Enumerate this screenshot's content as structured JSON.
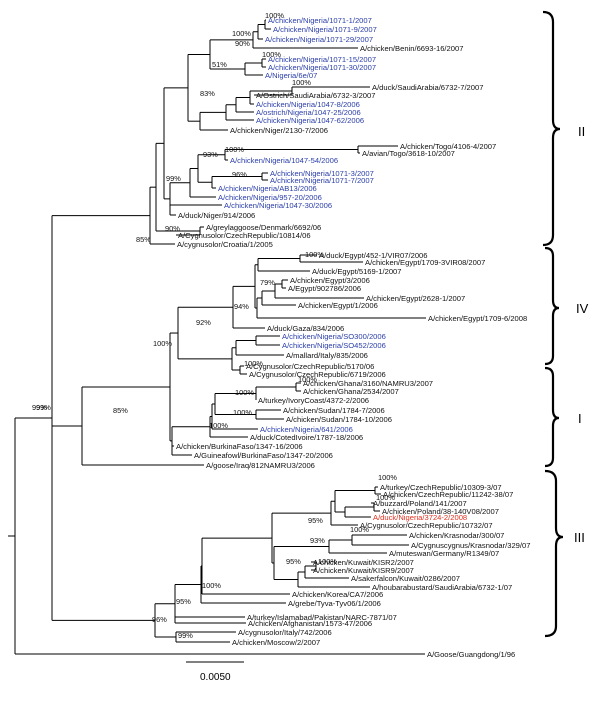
{
  "colors": {
    "branch": "#000000",
    "nigeria": "#2b3ea8",
    "highlight": "#e0301e",
    "default": "#111111"
  },
  "leaves": [
    {
      "label": "A/chicken/Nigeria/1071-1/2007",
      "color": "nigeria"
    },
    {
      "label": "A/chicken/Nigeria/1071-9/2007",
      "color": "nigeria"
    },
    {
      "label": "A/chicken/Nigeria/1071-29/2007",
      "color": "nigeria"
    },
    {
      "label": "A/chicken/Benin/6693-16/2007",
      "color": "default"
    },
    {
      "label": "A/chicken/Nigeria/1071-15/2007",
      "color": "nigeria"
    },
    {
      "label": "A/chicken/Nigeria/1071-30/2007",
      "color": "nigeria"
    },
    {
      "label": "A/Nigeria/6e/07",
      "color": "nigeria"
    },
    {
      "label": "A/duck/SaudiArabia/6732-7/2007",
      "color": "default"
    },
    {
      "label": "A/Ostrich/SaudiArabia/6732-3/2007",
      "color": "default"
    },
    {
      "label": "A/chicken/Nigeria/1047-8/2006",
      "color": "nigeria"
    },
    {
      "label": "A/ostrich/Nigeria/1047-25/2006",
      "color": "nigeria"
    },
    {
      "label": "A/chicken/Nigeria/1047-62/2006",
      "color": "nigeria"
    },
    {
      "label": "A/chicken/Niger/2130-7/2006",
      "color": "default"
    },
    {
      "label": "A/chicken/Togo/4106-4/2007",
      "color": "default"
    },
    {
      "label": "A/avian/Togo/3618-10/2007",
      "color": "default"
    },
    {
      "label": "A/chicken/Nigeria/1047-54/2006",
      "color": "nigeria"
    },
    {
      "label": "A/chicken/Nigeria/1071-3/2007",
      "color": "nigeria"
    },
    {
      "label": "A/chicken/Nigeria/1071-7/2007",
      "color": "nigeria"
    },
    {
      "label": "A/chicken/Nigeria/AB13/2006",
      "color": "nigeria"
    },
    {
      "label": "A/chicken/Nigeria/957-20/2006",
      "color": "nigeria"
    },
    {
      "label": "A/chicken/Nigeria/1047-30/2006",
      "color": "nigeria"
    },
    {
      "label": "A/duck/Niger/914/2006",
      "color": "default"
    },
    {
      "label": "A/greylaggoose/Denmark/6692/06",
      "color": "default"
    },
    {
      "label": "A/Cygnusolor/CzechRepublic/10814/06",
      "color": "default"
    },
    {
      "label": "A/cygnusolor/Croatia/1/2005",
      "color": "default"
    },
    {
      "label": "A/duck/Egypt/452-1/VIR07/2006",
      "color": "default"
    },
    {
      "label": "A/chicken/Egypt/1709-3VIR08/2007",
      "color": "default"
    },
    {
      "label": "A/duck/Egypt/5169-1/2007",
      "color": "default"
    },
    {
      "label": "A/chicken/Egypt/3/2006",
      "color": "default"
    },
    {
      "label": "A/Egypt/902786/2006",
      "color": "default"
    },
    {
      "label": "A/chicken/Egypt/2628-1/2007",
      "color": "default"
    },
    {
      "label": "A/chicken/Egypt/1/2006",
      "color": "default"
    },
    {
      "label": "A/chicken/Egypt/1709-6/2008",
      "color": "default"
    },
    {
      "label": "A/duck/Gaza/834/2006",
      "color": "default"
    },
    {
      "label": "A/chicken/Nigeria/SO300/2006",
      "color": "nigeria"
    },
    {
      "label": "A/chicken/Nigeria/SO452/2006",
      "color": "nigeria"
    },
    {
      "label": "A/mallard/Italy/835/2006",
      "color": "default"
    },
    {
      "label": "A/Cygnusolor/CzechRepublic/5170/06",
      "color": "default"
    },
    {
      "label": "A/Cygnusolor/CzechRepublic/6719/2006",
      "color": "default"
    },
    {
      "label": "A/chicken/Ghana/3160/NAMRU3/2007",
      "color": "default"
    },
    {
      "label": "A/chicken/Ghana/2534/2007",
      "color": "default"
    },
    {
      "label": "A/turkey/IvoryCoast/4372-2/2006",
      "color": "default"
    },
    {
      "label": "A/chicken/Sudan/1784-7/2006",
      "color": "default"
    },
    {
      "label": "A/chicken/Sudan/1784-10/2006",
      "color": "default"
    },
    {
      "label": "A/chicken/Nigeria/641/2006",
      "color": "nigeria"
    },
    {
      "label": "A/duck/CotedIvoire/1787-18/2006",
      "color": "default"
    },
    {
      "label": "A/chicken/BurkinaFaso/1347-16/2006",
      "color": "default"
    },
    {
      "label": "A/Guineafowl/BurkinaFaso/1347-20/2006",
      "color": "default"
    },
    {
      "label": "A/goose/Iraq/812NAMRU3/2006",
      "color": "default"
    },
    {
      "label": "A/turkey/CzechRepublic/10309-3/07",
      "color": "default"
    },
    {
      "label": "A/chicken/CzechRepublic/11242-38/07",
      "color": "default"
    },
    {
      "label": "A/buzzard/Poland/141/2007",
      "color": "default"
    },
    {
      "label": "A/chicken/Poland/38-140V08/2007",
      "color": "default"
    },
    {
      "label": "A/duck/Nigeria/3724-2/2008",
      "color": "highlight"
    },
    {
      "label": "A/Cygnusolor/CzechRepublic/10732/07",
      "color": "default"
    },
    {
      "label": "A/chicken/Krasnodar/300/07",
      "color": "default"
    },
    {
      "label": "A/Cygnuscygnus/Krasnodar/329/07",
      "color": "default"
    },
    {
      "label": "A/muteswan/Germany/R1349/07",
      "color": "default"
    },
    {
      "label": "A/chicken/Kuwait/KISR2/2007",
      "color": "default"
    },
    {
      "label": "A/chicken/Kuwait/KISR9/2007",
      "color": "default"
    },
    {
      "label": "A/sakerfalcon/Kuwait/0286/2007",
      "color": "default"
    },
    {
      "label": "A/houbarabustard/SaudiArabia/6732-1/07",
      "color": "default"
    },
    {
      "label": "A/chicken/Korea/CA7/2006",
      "color": "default"
    },
    {
      "label": "A/grebe/Tyva-Tyv06/1/2006",
      "color": "default"
    },
    {
      "label": "A/turkey/Islamabad/Pakistan/NARC-7871/07",
      "color": "default"
    },
    {
      "label": "A/chicken/Afghanistan/1573-47/2006",
      "color": "default"
    },
    {
      "label": "A/cygnusolor/Italy/742/2006",
      "color": "default"
    },
    {
      "label": "A/chicken/Moscow/2/2007",
      "color": "default"
    },
    {
      "label": "A/Goose/Guangdong/1/96",
      "color": "default"
    }
  ],
  "bootstrap": [
    "100%",
    "100%",
    "90%",
    "100%",
    "51%",
    "100%",
    "83%",
    "100%",
    "93%",
    "96%",
    "99%",
    "99%",
    "85%",
    "90%",
    "100%",
    "79%",
    "94%",
    "92%",
    "100%",
    "100%",
    "100%",
    "100%",
    "100%",
    "85%",
    "99%",
    "100%",
    "100%",
    "100%",
    "95%",
    "100%",
    "93%",
    "95%",
    "100%",
    "100%",
    "95%",
    "96%",
    "99%"
  ],
  "clades": [
    {
      "label": "II"
    },
    {
      "label": "IV"
    },
    {
      "label": "I"
    },
    {
      "label": "III"
    }
  ],
  "scale_bar": {
    "label": "0.0050"
  }
}
